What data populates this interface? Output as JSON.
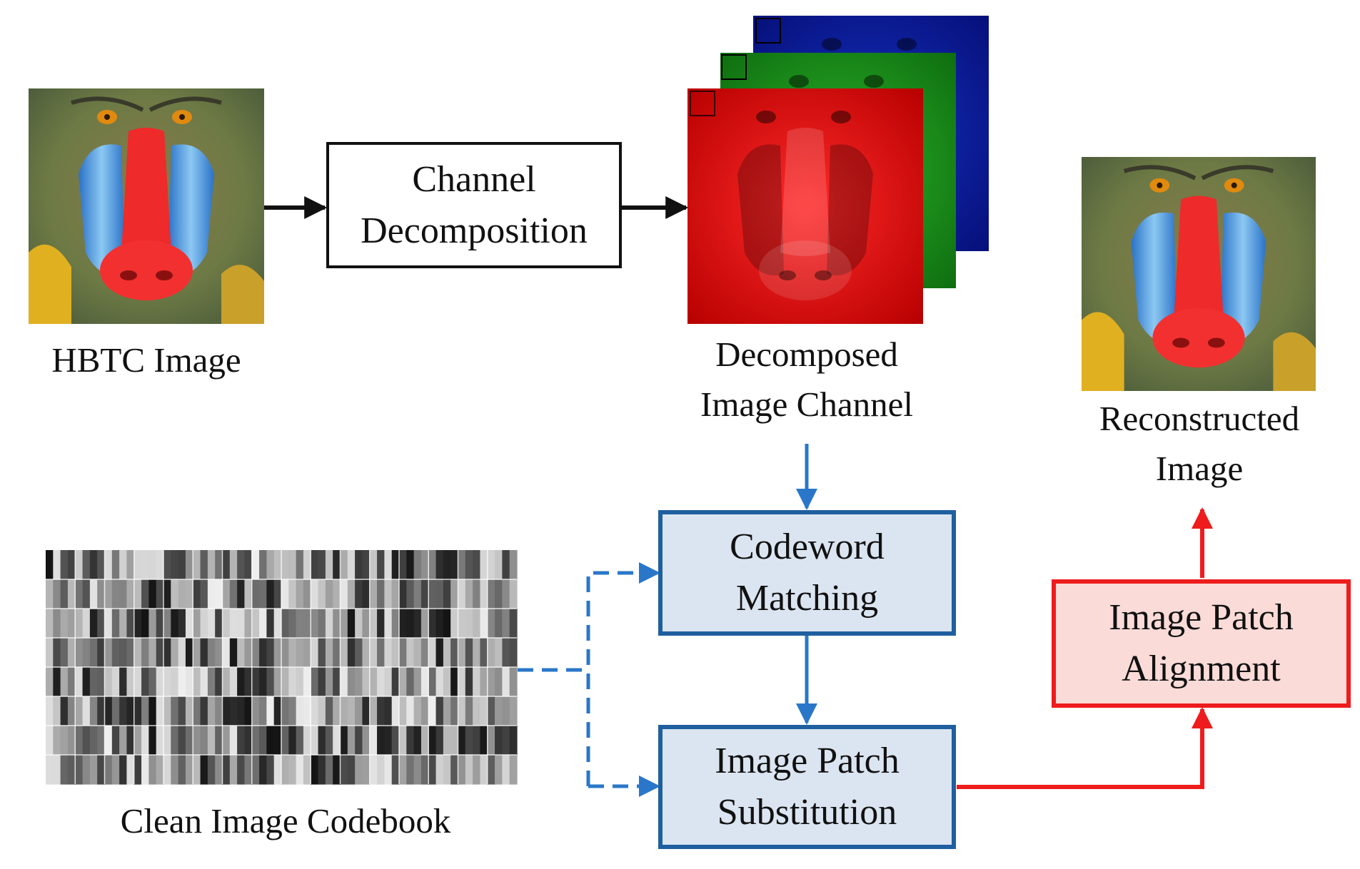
{
  "labels": {
    "hbtc_image": "HBTC Image",
    "decomposed_line1": "Decomposed",
    "decomposed_line2": "Image Channel",
    "reconstructed_line1": "Reconstructed",
    "reconstructed_line2": "Image",
    "codebook": "Clean Image Codebook"
  },
  "boxes": {
    "channel_decomposition": [
      "Channel",
      "Decomposition"
    ],
    "codeword_matching": [
      "Codeword",
      "Matching"
    ],
    "patch_substitution": [
      "Image Patch",
      "Substitution"
    ],
    "patch_alignment": [
      "Image Patch",
      "Alignment"
    ]
  },
  "colors": {
    "blue_arrow": "#2a77c9",
    "red_arrow": "#ee1c1c",
    "black_arrow": "#111111",
    "blue_box_fill": "#dbe5f1",
    "blue_box_border": "#1f5fa0",
    "red_box_fill": "#fadbd8",
    "red_box_border": "#ee1c1c",
    "red_channel": "#e01010",
    "green_channel": "#1b9a1b",
    "blue_channel": "#0a1aa8"
  }
}
